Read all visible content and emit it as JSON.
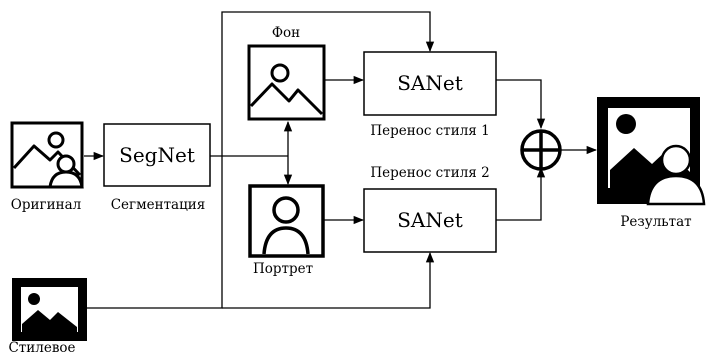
{
  "blocks": {
    "segnet": "SegNet",
    "sanet_top": "SANet",
    "sanet_bottom": "SANet"
  },
  "labels": {
    "original": "Оригинал",
    "segmentation": "Сегментация",
    "background": "Фон",
    "portrait": "Портрет",
    "transfer_1": "Перенос стиля 1",
    "transfer_2": "Перенос стиля 2",
    "result": "Результат",
    "style": "Стилевое"
  },
  "icons": {
    "original": "landscape-with-person-icon",
    "background": "landscape-icon",
    "portrait": "person-icon",
    "style": "landscape-icon-filled",
    "result": "landscape-with-person-icon-filled",
    "combine": "circled-plus-icon"
  },
  "colors": {
    "stroke": "#000000",
    "fill": "#ffffff"
  }
}
